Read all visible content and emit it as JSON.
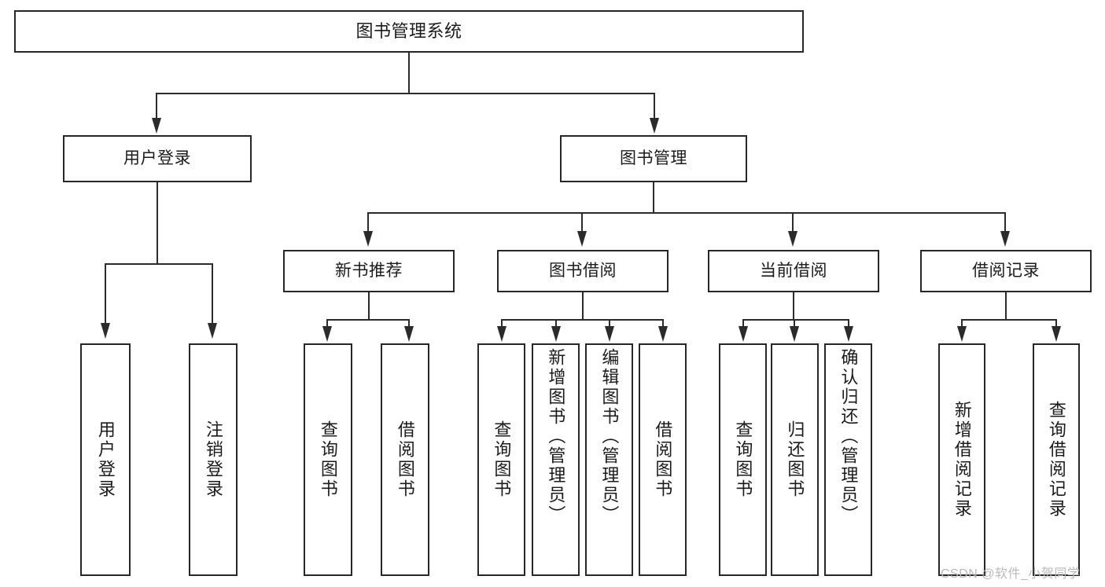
{
  "diagram": {
    "title": "图书管理系统",
    "type": "tree",
    "root": {
      "id": "root",
      "label": "图书管理系统"
    },
    "level1": [
      {
        "id": "user-login",
        "label": "用户登录"
      },
      {
        "id": "book-manage",
        "label": "图书管理"
      }
    ],
    "level2": [
      {
        "id": "new-book-rec",
        "label": "新书推荐",
        "parent": "book-manage"
      },
      {
        "id": "book-borrow",
        "label": "图书借阅",
        "parent": "book-manage"
      },
      {
        "id": "current-borrow",
        "label": "当前借阅",
        "parent": "book-manage"
      },
      {
        "id": "borrow-record",
        "label": "借阅记录",
        "parent": "book-manage"
      }
    ],
    "leaves": [
      {
        "id": "leaf-user-login",
        "label": "用户登录",
        "parent": "user-login",
        "align": "center"
      },
      {
        "id": "leaf-user-logout",
        "label": "注销登录",
        "parent": "user-login",
        "align": "center"
      },
      {
        "id": "leaf-query-book-1",
        "label": "查询图书",
        "parent": "new-book-rec",
        "align": "center"
      },
      {
        "id": "leaf-borrow-book-1",
        "label": "借阅图书",
        "parent": "new-book-rec",
        "align": "center"
      },
      {
        "id": "leaf-query-book-2",
        "label": "查询图书",
        "parent": "book-borrow",
        "align": "center"
      },
      {
        "id": "leaf-add-book",
        "label": "新增图书（管理员）",
        "parent": "book-borrow",
        "align": "top"
      },
      {
        "id": "leaf-edit-book",
        "label": "编辑图书（管理员）",
        "parent": "book-borrow",
        "align": "top"
      },
      {
        "id": "leaf-borrow-book-2",
        "label": "借阅图书",
        "parent": "book-borrow",
        "align": "center"
      },
      {
        "id": "leaf-query-book-3",
        "label": "查询图书",
        "parent": "current-borrow",
        "align": "center"
      },
      {
        "id": "leaf-return-book",
        "label": "归还图书",
        "parent": "current-borrow",
        "align": "center"
      },
      {
        "id": "leaf-confirm-return",
        "label": "确认归还（管理员）",
        "parent": "current-borrow",
        "align": "top"
      },
      {
        "id": "leaf-add-record",
        "label": "新增借阅记录",
        "parent": "borrow-record",
        "align": "center"
      },
      {
        "id": "leaf-query-record",
        "label": "查询借阅记录",
        "parent": "borrow-record",
        "align": "center"
      }
    ]
  },
  "watermark": {
    "text": "CSDN @软件_小贺同学"
  },
  "colors": {
    "border": "#272727",
    "line": "#2b2b2b",
    "background": "#ffffff",
    "text": "#1b1b1b",
    "watermark": "#b9b9b9"
  }
}
